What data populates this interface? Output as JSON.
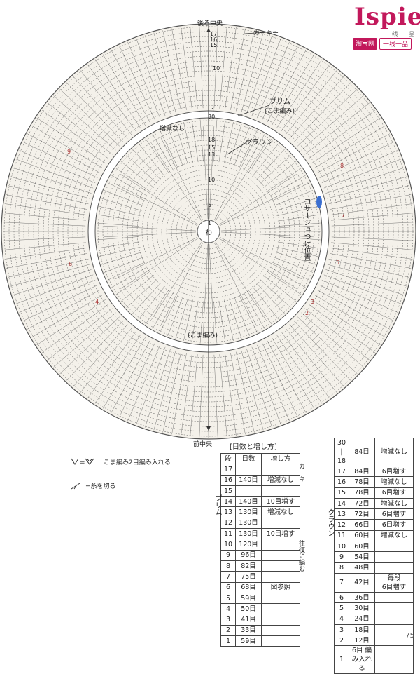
{
  "logo": {
    "word": "Ispie",
    "sub": "一 线 一 品",
    "badge_a": "淘宝网",
    "badge_b": "一线一品"
  },
  "labels": {
    "back_center": "後ろ中央",
    "khaki": "カーキー",
    "brim": "ブリム",
    "brim_stitch": "(こま編み)",
    "no_change": "増減なし",
    "crown": "クラウン",
    "corsage": "コサージュつけ位置",
    "ring": "わ",
    "crown_stitch": "(こま編み)",
    "front_center": "前中央"
  },
  "ring_numbers": {
    "r17": "17",
    "r16": "16",
    "r15": "15",
    "r10": "10",
    "r1": "1",
    "r30": "30",
    "r18": "18",
    "r15b": "15",
    "r13": "13",
    "r10b": "10",
    "r5": "5",
    "r1b": "1",
    "r9": "9",
    "r8": "8",
    "r7": "7",
    "r6": "6",
    "r5b": "5",
    "r4": "4",
    "r3": "3",
    "r2": "2"
  },
  "legend": {
    "sc2": "こま編み2目編み入れる",
    "cut": "=糸を切る"
  },
  "table": {
    "title": "[目数と増し方]",
    "head_row": "段",
    "head_count": "目数",
    "head_method": "増し方",
    "side_khaki": "カーキー",
    "side_brim": "ブリム",
    "side_back": "往復に編む",
    "side_crown": "クラウン",
    "left_rows": [
      {
        "row": "17",
        "count": "",
        "method": ""
      },
      {
        "row": "16",
        "count": "140目",
        "method": "増減なし"
      },
      {
        "row": "15",
        "count": "",
        "method": ""
      },
      {
        "row": "14",
        "count": "140目",
        "method": "10目増す"
      },
      {
        "row": "13",
        "count": "130目",
        "method": "増減なし"
      },
      {
        "row": "12",
        "count": "130目",
        "method": ""
      },
      {
        "row": "11",
        "count": "130目",
        "method": "10目増す"
      },
      {
        "row": "10",
        "count": "120目",
        "method": ""
      },
      {
        "row": "9",
        "count": "96目",
        "method": ""
      },
      {
        "row": "8",
        "count": "82目",
        "method": ""
      },
      {
        "row": "7",
        "count": "75目",
        "method": ""
      },
      {
        "row": "6",
        "count": "68目",
        "method": "図参照"
      },
      {
        "row": "5",
        "count": "59目",
        "method": ""
      },
      {
        "row": "4",
        "count": "50目",
        "method": ""
      },
      {
        "row": "3",
        "count": "41目",
        "method": ""
      },
      {
        "row": "2",
        "count": "33目",
        "method": ""
      },
      {
        "row": "1",
        "count": "59目",
        "method": ""
      }
    ],
    "right_rows": [
      {
        "row": "30\n|\n18",
        "count": "84目",
        "method": "増減なし"
      },
      {
        "row": "17",
        "count": "84目",
        "method": "6目増す"
      },
      {
        "row": "16",
        "count": "78目",
        "method": "増減なし"
      },
      {
        "row": "15",
        "count": "78目",
        "method": "6目増す"
      },
      {
        "row": "14",
        "count": "72目",
        "method": "増減なし"
      },
      {
        "row": "13",
        "count": "72目",
        "method": "6目増す"
      },
      {
        "row": "12",
        "count": "66目",
        "method": "6目増す"
      },
      {
        "row": "11",
        "count": "60目",
        "method": "増減なし"
      },
      {
        "row": "10",
        "count": "60目",
        "method": ""
      },
      {
        "row": "9",
        "count": "54目",
        "method": ""
      },
      {
        "row": "8",
        "count": "48目",
        "method": ""
      },
      {
        "row": "7",
        "count": "42目",
        "method": "毎段\n6目増す"
      },
      {
        "row": "6",
        "count": "36目",
        "method": ""
      },
      {
        "row": "5",
        "count": "30目",
        "method": ""
      },
      {
        "row": "4",
        "count": "24目",
        "method": ""
      },
      {
        "row": "3",
        "count": "18目",
        "method": ""
      },
      {
        "row": "2",
        "count": "12目",
        "method": ""
      },
      {
        "row": "1",
        "count": "6目 編み入れる",
        "method": ""
      }
    ]
  },
  "page_number": "75",
  "colors": {
    "paper": "#f4f1ea",
    "line": "#555555",
    "accent": "#c2185b",
    "marker": "#3b6fd0"
  }
}
